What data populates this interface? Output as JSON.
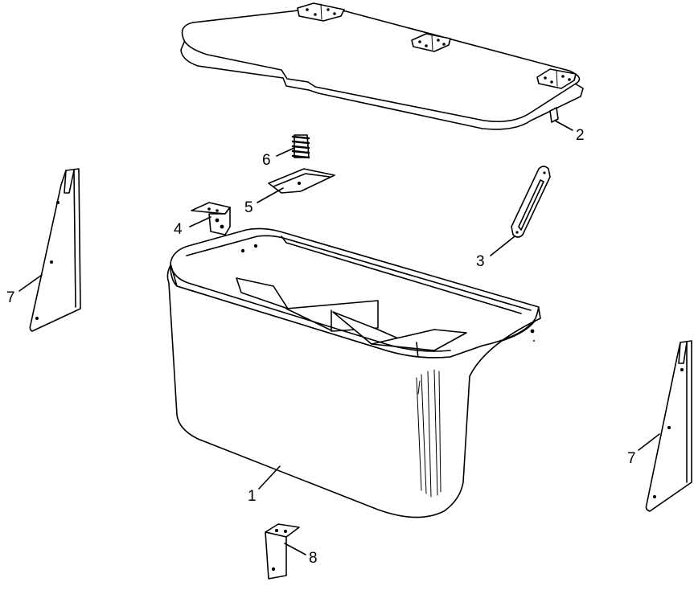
{
  "callouts": [
    {
      "id": "1",
      "text": "1"
    },
    {
      "id": "2",
      "text": "2"
    },
    {
      "id": "3",
      "text": "3"
    },
    {
      "id": "4",
      "text": "4"
    },
    {
      "id": "5",
      "text": "5"
    },
    {
      "id": "6",
      "text": "6"
    },
    {
      "id": "7a",
      "text": "7"
    },
    {
      "id": "7b",
      "text": "7"
    },
    {
      "id": "8",
      "text": "8"
    }
  ]
}
